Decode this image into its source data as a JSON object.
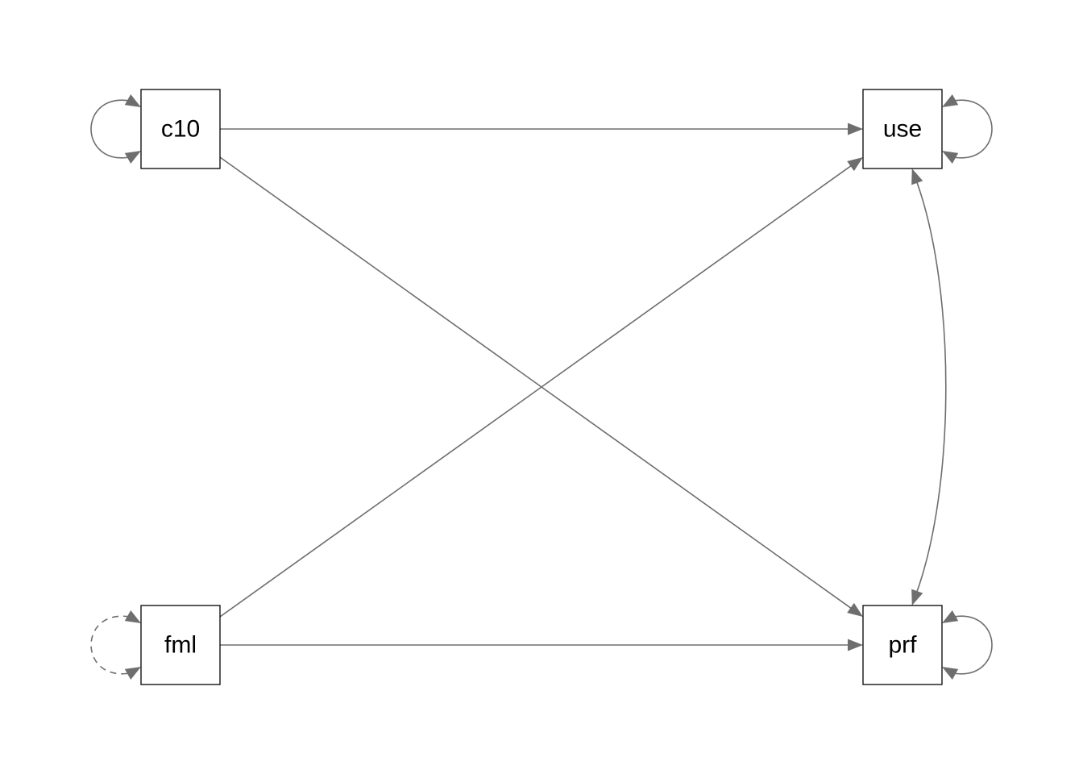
{
  "diagram": {
    "type": "path-diagram",
    "colors": {
      "edge": "#6e6e6e",
      "node_border": "#000000",
      "background": "#ffffff"
    },
    "nodes": [
      {
        "id": "c10",
        "label": "c10"
      },
      {
        "id": "use",
        "label": "use"
      },
      {
        "id": "fml",
        "label": "fml"
      },
      {
        "id": "prf",
        "label": "prf"
      }
    ],
    "paths": [
      {
        "from": "c10",
        "to": "use",
        "kind": "regression"
      },
      {
        "from": "c10",
        "to": "prf",
        "kind": "regression"
      },
      {
        "from": "fml",
        "to": "use",
        "kind": "regression"
      },
      {
        "from": "fml",
        "to": "prf",
        "kind": "regression"
      },
      {
        "from": "use",
        "to": "prf",
        "kind": "covariance"
      }
    ],
    "variances": [
      {
        "node": "c10",
        "style": "solid"
      },
      {
        "node": "use",
        "style": "solid"
      },
      {
        "node": "fml",
        "style": "dashed"
      },
      {
        "node": "prf",
        "style": "solid"
      }
    ]
  }
}
